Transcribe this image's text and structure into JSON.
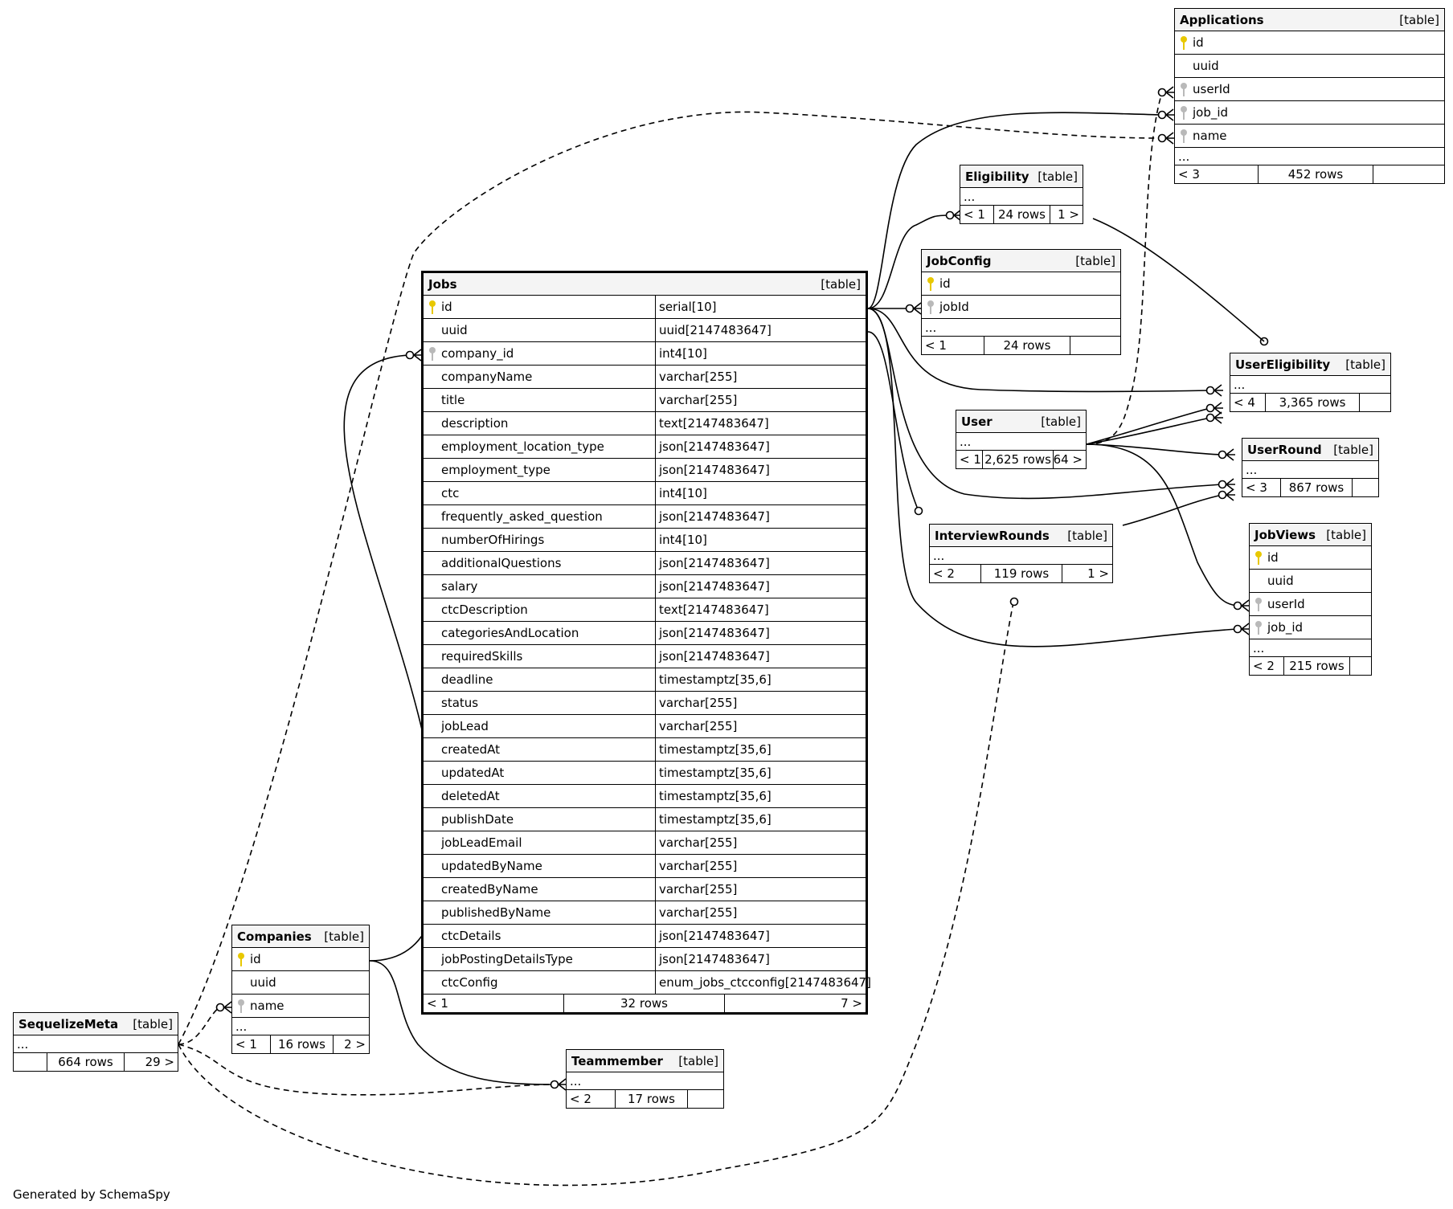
{
  "footer": "Generated by SchemaSpy",
  "tables": {
    "applications": {
      "name": "Applications",
      "kind": "[table]",
      "columns": [
        {
          "name": "id",
          "key": "pk"
        },
        {
          "name": "uuid",
          "key": ""
        },
        {
          "name": "userId",
          "key": "fk"
        },
        {
          "name": "job_id",
          "key": "fk"
        },
        {
          "name": "name",
          "key": "fk"
        }
      ],
      "ellipsis": "...",
      "footer": {
        "parents": "< 3",
        "rows": "452 rows",
        "children": ""
      }
    },
    "eligibility": {
      "name": "Eligibility",
      "kind": "[table]",
      "ellipsis": "...",
      "footer": {
        "parents": "< 1",
        "rows": "24 rows",
        "children": "1 >"
      }
    },
    "jobconfig": {
      "name": "JobConfig",
      "kind": "[table]",
      "columns": [
        {
          "name": "id",
          "key": "pk"
        },
        {
          "name": "jobId",
          "key": "fk"
        }
      ],
      "ellipsis": "...",
      "footer": {
        "parents": "< 1",
        "rows": "24 rows",
        "children": ""
      }
    },
    "jobs": {
      "name": "Jobs",
      "kind": "[table]",
      "columns": [
        {
          "name": "id",
          "type": "serial[10]",
          "key": "pk"
        },
        {
          "name": "uuid",
          "type": "uuid[2147483647]",
          "key": ""
        },
        {
          "name": "company_id",
          "type": "int4[10]",
          "key": "fk"
        },
        {
          "name": "companyName",
          "type": "varchar[255]",
          "key": ""
        },
        {
          "name": "title",
          "type": "varchar[255]",
          "key": ""
        },
        {
          "name": "description",
          "type": "text[2147483647]",
          "key": ""
        },
        {
          "name": "employment_location_type",
          "type": "json[2147483647]",
          "key": ""
        },
        {
          "name": "employment_type",
          "type": "json[2147483647]",
          "key": ""
        },
        {
          "name": "ctc",
          "type": "int4[10]",
          "key": ""
        },
        {
          "name": "frequently_asked_question",
          "type": "json[2147483647]",
          "key": ""
        },
        {
          "name": "numberOfHirings",
          "type": "int4[10]",
          "key": ""
        },
        {
          "name": "additionalQuestions",
          "type": "json[2147483647]",
          "key": ""
        },
        {
          "name": "salary",
          "type": "json[2147483647]",
          "key": ""
        },
        {
          "name": "ctcDescription",
          "type": "text[2147483647]",
          "key": ""
        },
        {
          "name": "categoriesAndLocation",
          "type": "json[2147483647]",
          "key": ""
        },
        {
          "name": "requiredSkills",
          "type": "json[2147483647]",
          "key": ""
        },
        {
          "name": "deadline",
          "type": "timestamptz[35,6]",
          "key": ""
        },
        {
          "name": "status",
          "type": "varchar[255]",
          "key": ""
        },
        {
          "name": "jobLead",
          "type": "varchar[255]",
          "key": ""
        },
        {
          "name": "createdAt",
          "type": "timestamptz[35,6]",
          "key": ""
        },
        {
          "name": "updatedAt",
          "type": "timestamptz[35,6]",
          "key": ""
        },
        {
          "name": "deletedAt",
          "type": "timestamptz[35,6]",
          "key": ""
        },
        {
          "name": "publishDate",
          "type": "timestamptz[35,6]",
          "key": ""
        },
        {
          "name": "jobLeadEmail",
          "type": "varchar[255]",
          "key": ""
        },
        {
          "name": "updatedByName",
          "type": "varchar[255]",
          "key": ""
        },
        {
          "name": "createdByName",
          "type": "varchar[255]",
          "key": ""
        },
        {
          "name": "publishedByName",
          "type": "varchar[255]",
          "key": ""
        },
        {
          "name": "ctcDetails",
          "type": "json[2147483647]",
          "key": ""
        },
        {
          "name": "jobPostingDetailsType",
          "type": "json[2147483647]",
          "key": ""
        },
        {
          "name": "ctcConfig",
          "type": "enum_jobs_ctcconfig[2147483647]",
          "key": ""
        }
      ],
      "footer": {
        "parents": "< 1",
        "rows": "32 rows",
        "children": "7 >"
      }
    },
    "usereligibility": {
      "name": "UserEligibility",
      "kind": "[table]",
      "ellipsis": "...",
      "footer": {
        "parents": "< 4",
        "rows": "3,365 rows",
        "children": ""
      }
    },
    "user": {
      "name": "User",
      "kind": "[table]",
      "ellipsis": "...",
      "footer": {
        "parents": "< 1",
        "rows": "2,625 rows",
        "children": "64 >"
      }
    },
    "userround": {
      "name": "UserRound",
      "kind": "[table]",
      "ellipsis": "...",
      "footer": {
        "parents": "< 3",
        "rows": "867 rows",
        "children": ""
      }
    },
    "interviewrounds": {
      "name": "InterviewRounds",
      "kind": "[table]",
      "ellipsis": "...",
      "footer": {
        "parents": "< 2",
        "rows": "119 rows",
        "children": "1 >"
      }
    },
    "jobviews": {
      "name": "JobViews",
      "kind": "[table]",
      "columns": [
        {
          "name": "id",
          "key": "pk"
        },
        {
          "name": "uuid",
          "key": ""
        },
        {
          "name": "userId",
          "key": "fk"
        },
        {
          "name": "job_id",
          "key": "fk"
        }
      ],
      "ellipsis": "...",
      "footer": {
        "parents": "< 2",
        "rows": "215 rows",
        "children": ""
      }
    },
    "companies": {
      "name": "Companies",
      "kind": "[table]",
      "columns": [
        {
          "name": "id",
          "key": "pk"
        },
        {
          "name": "uuid",
          "key": ""
        },
        {
          "name": "name",
          "key": "fk"
        }
      ],
      "ellipsis": "...",
      "footer": {
        "parents": "< 1",
        "rows": "16 rows",
        "children": "2 >"
      }
    },
    "sequelizemeta": {
      "name": "SequelizeMeta",
      "kind": "[table]",
      "ellipsis": "...",
      "footer": {
        "parents": "",
        "rows": "664 rows",
        "children": "29 >"
      }
    },
    "teammember": {
      "name": "Teammember",
      "kind": "[table]",
      "ellipsis": "...",
      "footer": {
        "parents": "< 2",
        "rows": "17 rows",
        "children": ""
      }
    }
  }
}
